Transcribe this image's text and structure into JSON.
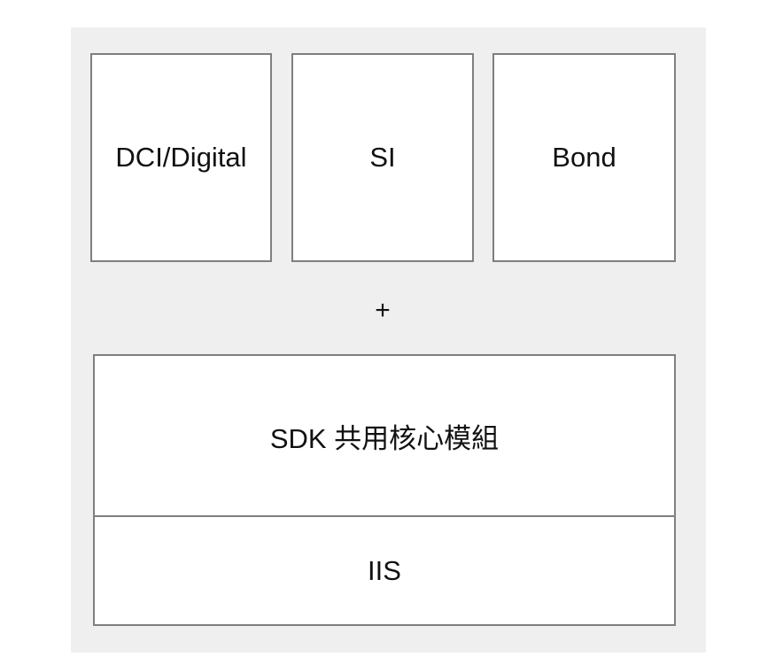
{
  "modules": [
    "DCI/Digital",
    "SI",
    "Bond"
  ],
  "plus": "+",
  "core": "SDK 共用核心模組",
  "base": "IIS"
}
